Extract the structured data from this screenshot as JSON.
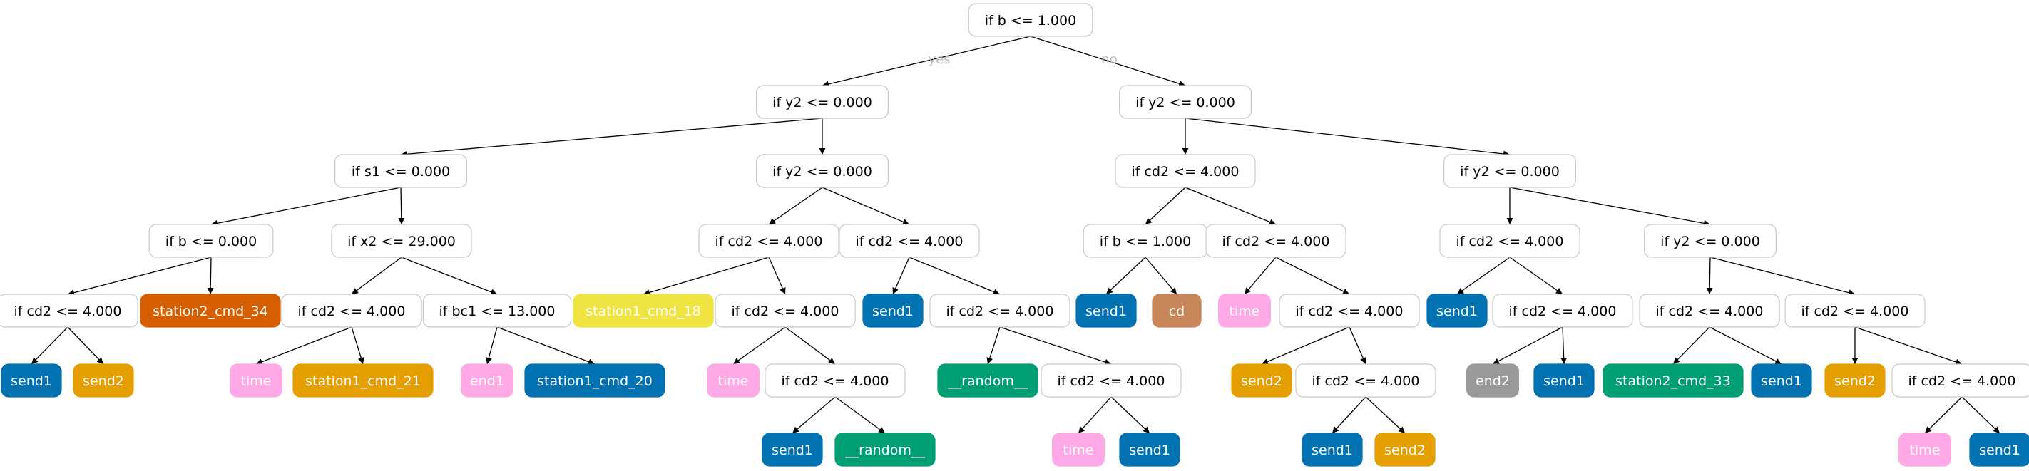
{
  "edge_labels": {
    "yes": "yes",
    "no": "no"
  },
  "colors": {
    "decision_border": "#c8c8c8",
    "send1": "#0072b2",
    "send2": "#e69f00",
    "time": "#ffaae6",
    "station2_cmd_34": "#d55e00",
    "station1_cmd_21": "#e69f00",
    "end1": "#ffaae6",
    "station1_cmd_20": "#0072b2",
    "station1_cmd_18": "#f0e442",
    "__random__": "#009e73",
    "cd": "#c8865a",
    "end2": "#999999",
    "station2_cmd_33": "#009e73"
  },
  "nodes": [
    {
      "id": "n0",
      "label": "if b <= 1.000",
      "kind": "decision"
    },
    {
      "id": "n1",
      "label": "if y2 <= 0.000",
      "kind": "decision"
    },
    {
      "id": "n2",
      "label": "if y2 <= 0.000",
      "kind": "decision"
    },
    {
      "id": "n3",
      "label": "if s1 <= 0.000",
      "kind": "decision"
    },
    {
      "id": "n4",
      "label": "if y2 <= 0.000",
      "kind": "decision"
    },
    {
      "id": "n5",
      "label": "if cd2 <= 4.000",
      "kind": "decision"
    },
    {
      "id": "n6",
      "label": "if y2 <= 0.000",
      "kind": "decision"
    },
    {
      "id": "n7",
      "label": "if b <= 0.000",
      "kind": "decision"
    },
    {
      "id": "n8",
      "label": "if x2 <= 29.000",
      "kind": "decision"
    },
    {
      "id": "n9",
      "label": "if cd2 <= 4.000",
      "kind": "decision"
    },
    {
      "id": "n10",
      "label": "if cd2 <= 4.000",
      "kind": "decision"
    },
    {
      "id": "n11",
      "label": "if b <= 1.000",
      "kind": "decision"
    },
    {
      "id": "n12",
      "label": "if cd2 <= 4.000",
      "kind": "decision"
    },
    {
      "id": "n13",
      "label": "if cd2 <= 4.000",
      "kind": "decision"
    },
    {
      "id": "n14",
      "label": "if y2 <= 0.000",
      "kind": "decision"
    },
    {
      "id": "n15",
      "label": "if cd2 <= 4.000",
      "kind": "decision"
    },
    {
      "id": "n16",
      "label": "station2_cmd_34",
      "kind": "leaf",
      "color": "station2_cmd_34"
    },
    {
      "id": "n17",
      "label": "if cd2 <= 4.000",
      "kind": "decision"
    },
    {
      "id": "n18",
      "label": "if bc1 <= 13.000",
      "kind": "decision"
    },
    {
      "id": "n19",
      "label": "station1_cmd_18",
      "kind": "leaf",
      "color": "station1_cmd_18"
    },
    {
      "id": "n20",
      "label": "if cd2 <= 4.000",
      "kind": "decision"
    },
    {
      "id": "n21",
      "label": "send1",
      "kind": "leaf",
      "color": "send1"
    },
    {
      "id": "n22",
      "label": "if cd2 <= 4.000",
      "kind": "decision"
    },
    {
      "id": "n23",
      "label": "send1",
      "kind": "leaf",
      "color": "send1"
    },
    {
      "id": "n24",
      "label": "cd",
      "kind": "leaf",
      "color": "cd"
    },
    {
      "id": "n25",
      "label": "time",
      "kind": "leaf",
      "color": "time"
    },
    {
      "id": "n26",
      "label": "if cd2 <= 4.000",
      "kind": "decision"
    },
    {
      "id": "n27",
      "label": "send1",
      "kind": "leaf",
      "color": "send1"
    },
    {
      "id": "n28",
      "label": "if cd2 <= 4.000",
      "kind": "decision"
    },
    {
      "id": "n29",
      "label": "if cd2 <= 4.000",
      "kind": "decision"
    },
    {
      "id": "n30",
      "label": "if cd2 <= 4.000",
      "kind": "decision"
    },
    {
      "id": "n31",
      "label": "send1",
      "kind": "leaf",
      "color": "send1"
    },
    {
      "id": "n32",
      "label": "send2",
      "kind": "leaf",
      "color": "send2"
    },
    {
      "id": "n33",
      "label": "time",
      "kind": "leaf",
      "color": "time"
    },
    {
      "id": "n34",
      "label": "station1_cmd_21",
      "kind": "leaf",
      "color": "station1_cmd_21"
    },
    {
      "id": "n35",
      "label": "end1",
      "kind": "leaf",
      "color": "end1"
    },
    {
      "id": "n36",
      "label": "station1_cmd_20",
      "kind": "leaf",
      "color": "station1_cmd_20"
    },
    {
      "id": "n37",
      "label": "time",
      "kind": "leaf",
      "color": "time"
    },
    {
      "id": "n38",
      "label": "if cd2 <= 4.000",
      "kind": "decision"
    },
    {
      "id": "n39",
      "label": "__random__",
      "kind": "leaf",
      "color": "__random__"
    },
    {
      "id": "n40",
      "label": "if cd2 <= 4.000",
      "kind": "decision"
    },
    {
      "id": "n41",
      "label": "send2",
      "kind": "leaf",
      "color": "send2"
    },
    {
      "id": "n42",
      "label": "if cd2 <= 4.000",
      "kind": "decision"
    },
    {
      "id": "n43",
      "label": "end2",
      "kind": "leaf",
      "color": "end2"
    },
    {
      "id": "n44",
      "label": "send1",
      "kind": "leaf",
      "color": "send1"
    },
    {
      "id": "n45",
      "label": "station2_cmd_33",
      "kind": "leaf",
      "color": "station2_cmd_33"
    },
    {
      "id": "n46",
      "label": "send1",
      "kind": "leaf",
      "color": "send1"
    },
    {
      "id": "n47",
      "label": "send2",
      "kind": "leaf",
      "color": "send2"
    },
    {
      "id": "n48",
      "label": "if cd2 <= 4.000",
      "kind": "decision"
    },
    {
      "id": "n49",
      "label": "send1",
      "kind": "leaf",
      "color": "send1"
    },
    {
      "id": "n50",
      "label": "__random__",
      "kind": "leaf",
      "color": "__random__"
    },
    {
      "id": "n51",
      "label": "time",
      "kind": "leaf",
      "color": "time"
    },
    {
      "id": "n52",
      "label": "send1",
      "kind": "leaf",
      "color": "send1"
    },
    {
      "id": "n53",
      "label": "send1",
      "kind": "leaf",
      "color": "send1"
    },
    {
      "id": "n54",
      "label": "send2",
      "kind": "leaf",
      "color": "send2"
    },
    {
      "id": "n55",
      "label": "time",
      "kind": "leaf",
      "color": "time"
    },
    {
      "id": "n56",
      "label": "send1",
      "kind": "leaf",
      "color": "send1"
    }
  ],
  "edges": [
    {
      "from": "n0",
      "to": "n1",
      "label": "yes"
    },
    {
      "from": "n0",
      "to": "n2",
      "label": "no"
    },
    {
      "from": "n1",
      "to": "n3"
    },
    {
      "from": "n1",
      "to": "n4"
    },
    {
      "from": "n2",
      "to": "n5"
    },
    {
      "from": "n2",
      "to": "n6"
    },
    {
      "from": "n3",
      "to": "n7"
    },
    {
      "from": "n3",
      "to": "n8"
    },
    {
      "from": "n4",
      "to": "n9"
    },
    {
      "from": "n4",
      "to": "n10"
    },
    {
      "from": "n5",
      "to": "n11"
    },
    {
      "from": "n5",
      "to": "n12"
    },
    {
      "from": "n6",
      "to": "n13"
    },
    {
      "from": "n6",
      "to": "n14"
    },
    {
      "from": "n7",
      "to": "n15"
    },
    {
      "from": "n7",
      "to": "n16"
    },
    {
      "from": "n8",
      "to": "n17"
    },
    {
      "from": "n8",
      "to": "n18"
    },
    {
      "from": "n9",
      "to": "n19"
    },
    {
      "from": "n9",
      "to": "n20"
    },
    {
      "from": "n10",
      "to": "n21"
    },
    {
      "from": "n10",
      "to": "n22"
    },
    {
      "from": "n11",
      "to": "n23"
    },
    {
      "from": "n11",
      "to": "n24"
    },
    {
      "from": "n12",
      "to": "n25"
    },
    {
      "from": "n12",
      "to": "n26"
    },
    {
      "from": "n13",
      "to": "n27"
    },
    {
      "from": "n13",
      "to": "n28"
    },
    {
      "from": "n14",
      "to": "n29"
    },
    {
      "from": "n14",
      "to": "n30"
    },
    {
      "from": "n15",
      "to": "n31"
    },
    {
      "from": "n15",
      "to": "n32"
    },
    {
      "from": "n17",
      "to": "n33"
    },
    {
      "from": "n17",
      "to": "n34"
    },
    {
      "from": "n18",
      "to": "n35"
    },
    {
      "from": "n18",
      "to": "n36"
    },
    {
      "from": "n20",
      "to": "n37"
    },
    {
      "from": "n20",
      "to": "n38"
    },
    {
      "from": "n22",
      "to": "n39"
    },
    {
      "from": "n22",
      "to": "n40"
    },
    {
      "from": "n26",
      "to": "n41"
    },
    {
      "from": "n26",
      "to": "n42"
    },
    {
      "from": "n28",
      "to": "n43"
    },
    {
      "from": "n28",
      "to": "n44"
    },
    {
      "from": "n29",
      "to": "n45"
    },
    {
      "from": "n29",
      "to": "n46"
    },
    {
      "from": "n30",
      "to": "n47"
    },
    {
      "from": "n30",
      "to": "n48"
    },
    {
      "from": "n38",
      "to": "n49"
    },
    {
      "from": "n38",
      "to": "n50"
    },
    {
      "from": "n40",
      "to": "n51"
    },
    {
      "from": "n40",
      "to": "n52"
    },
    {
      "from": "n42",
      "to": "n53"
    },
    {
      "from": "n42",
      "to": "n54"
    },
    {
      "from": "n48",
      "to": "n55"
    },
    {
      "from": "n48",
      "to": "n56"
    }
  ]
}
